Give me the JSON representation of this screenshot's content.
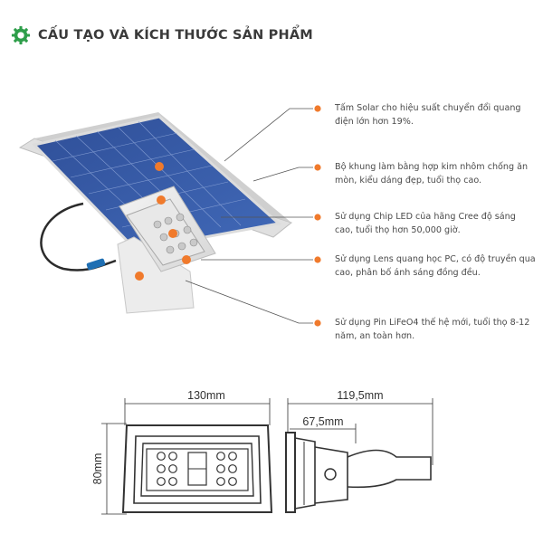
{
  "header": {
    "title": "CẤU TẠO VÀ KÍCH THƯỚC SẢN PHẨM",
    "icon": "gear-icon",
    "icon_color": "#2e9e4a"
  },
  "features": [
    {
      "text": "Tấm Solar cho hiệu suất chuyển đổi quang điện lớn hơn 19%."
    },
    {
      "text": "Bộ khung làm bằng hợp kim nhôm chống ăn mòn, kiểu dáng đẹp, tuổi thọ cao."
    },
    {
      "text": "Sử dụng Chip LED của hãng Cree độ sáng cao, tuổi thọ hơn 50,000 giờ."
    },
    {
      "text": "Sử dụng Lens quang học PC, có độ truyền qua cao, phân bố ánh sáng đồng đều."
    },
    {
      "text": "Sử dụng Pin LiFeO4 thế hệ mới, tuổi thọ 8-12 năm, an toàn hơn."
    }
  ],
  "marker_color": "#f07a2c",
  "dimensions": {
    "width": "130mm",
    "height": "80mm",
    "depth": "119,5mm",
    "body_depth": "67,5mm"
  }
}
